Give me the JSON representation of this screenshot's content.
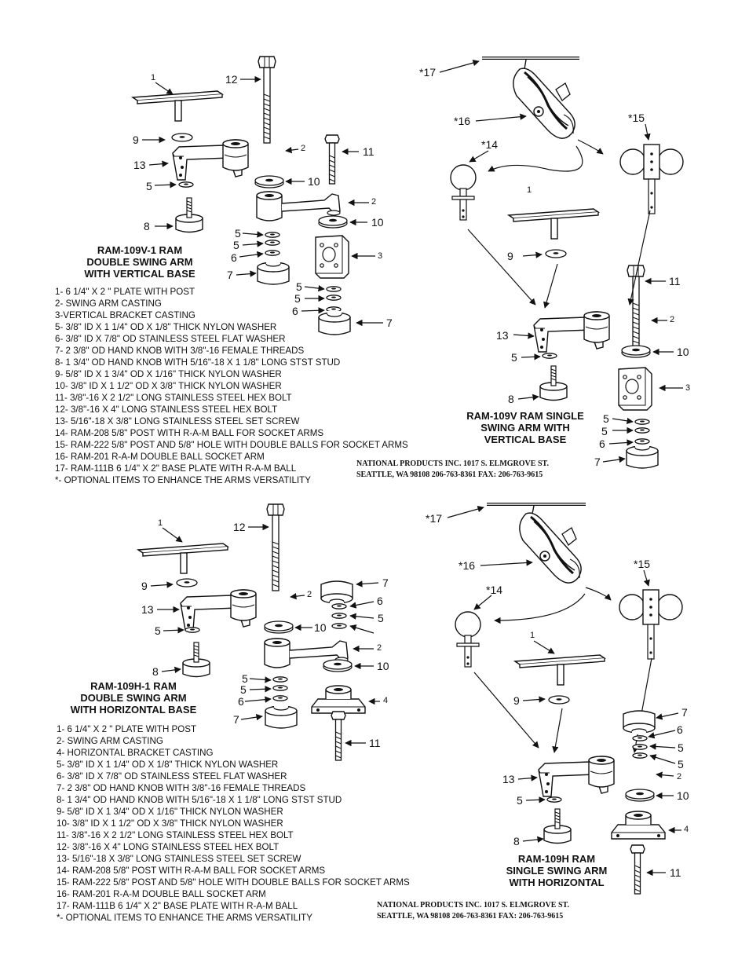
{
  "diagrams": {
    "v1": {
      "title": [
        "RAM-109V-1 RAM",
        "DOUBLE SWING ARM",
        "WITH VERTICAL BASE"
      ],
      "callouts": [
        "1",
        "12",
        "9",
        "2",
        "11",
        "13",
        "5",
        "10",
        "2",
        "8",
        "10",
        "5",
        "5",
        "3",
        "6",
        "7",
        "5",
        "5",
        "6",
        "7"
      ]
    },
    "v_single": {
      "title": [
        "RAM-109V RAM SINGLE",
        "SWING ARM WITH",
        "VERTICAL BASE"
      ],
      "callouts": [
        "*17",
        "*16",
        "*15",
        "*14",
        "1",
        "9",
        "11",
        "13",
        "2",
        "5",
        "10",
        "8",
        "3",
        "5",
        "5",
        "6",
        "7"
      ]
    },
    "h1": {
      "title": [
        "RAM-109H-1 RAM",
        "DOUBLE SWING ARM",
        "WITH HORIZONTAL BASE"
      ],
      "callouts": [
        "1",
        "12",
        "9",
        "7",
        "2",
        "13",
        "6",
        "5",
        "5",
        "10",
        "2",
        "8",
        "10",
        "5",
        "5",
        "4",
        "6",
        "7",
        "11"
      ]
    },
    "h_single": {
      "title": [
        "RAM-109H RAM",
        "SINGLE SWING ARM",
        "WITH HORIZONTAL"
      ],
      "callouts": [
        "*17",
        "*16",
        "*15",
        "*14",
        "1",
        "9",
        "7",
        "6",
        "5",
        "5",
        "13",
        "2",
        "5",
        "10",
        "8",
        "4",
        "11"
      ]
    }
  },
  "parts_list_v": [
    "1- 6 1/4\" X 2 \" PLATE WITH POST",
    "2- SWING ARM CASTING",
    "3-VERTICAL BRACKET CASTING",
    "5- 3/8\" ID X 1 1/4\" OD X 1/8\" THICK NYLON WASHER",
    "6- 3/8\" ID X 7/8\" OD STAINLESS STEEL FLAT WASHER",
    "7- 2 3/8\" OD HAND KNOB WITH 3/8\"-16 FEMALE THREADS",
    "8- 1 3/4\" OD HAND KNOB WITH 5/16\"-18 X 1 1/8\" LONG STST STUD",
    "9- 5/8\" ID X 1 3/4\" OD X 1/16\" THICK NYLON WASHER",
    "10- 3/8\" ID X 1 1/2\" OD X 3/8\" THICK NYLON WASHER",
    "11- 3/8\"-16 X 2 1/2\" LONG STAINLESS STEEL HEX BOLT",
    "12- 3/8\"-16 X 4\" LONG STAINLESS STEEL HEX BOLT",
    "13- 5/16\"-18 X 3/8\" LONG STAINLESS STEEL SET SCREW",
    "14- RAM-208 5/8\" POST WITH R-A-M BALL FOR SOCKET ARMS",
    "15- RAM-222 5/8\" POST AND 5/8\" HOLE WITH DOUBLE BALLS FOR SOCKET ARMS",
    "16- RAM-201 R-A-M DOUBLE BALL SOCKET ARM",
    "17- RAM-111B 6 1/4\" X 2\" BASE PLATE WITH R-A-M BALL",
    "*- OPTIONAL ITEMS TO ENHANCE THE ARMS VERSATILITY"
  ],
  "parts_list_h": [
    "1- 6 1/4\" X 2 \" PLATE WITH POST",
    "2- SWING ARM CASTING",
    "4- HORIZONTAL BRACKET CASTING",
    "5- 3/8\" ID X 1 1/4\" OD X 1/8\" THICK NYLON WASHER",
    "6- 3/8\" ID X 7/8\" OD STAINLESS STEEL FLAT WASHER",
    "7- 2 3/8\" OD HAND KNOB WITH 3/8\"-16 FEMALE THREADS",
    "8- 1 3/4\" OD HAND KNOB WITH 5/16\"-18 X 1 1/8\" LONG STST STUD",
    "9- 5/8\" ID X 1 3/4\" OD X 1/16\" THICK NYLON WASHER",
    "10- 3/8\" ID X 1 1/2\" OD X 3/8\" THICK NYLON WASHER",
    "11- 3/8\"-16 X 2 1/2\" LONG STAINLESS STEEL HEX BOLT",
    "12- 3/8\"-16 X 4\" LONG STAINLESS STEEL HEX BOLT",
    "13- 5/16\"-18 X 3/8\" LONG STAINLESS STEEL SET SCREW",
    "14- RAM-208 5/8\" POST WITH R-A-M BALL FOR SOCKET ARMS",
    "15- RAM-222 5/8\" POST AND 5/8\" HOLE WITH DOUBLE BALLS FOR SOCKET ARMS",
    "16- RAM-201 R-A-M DOUBLE BALL SOCKET ARM",
    "17- RAM-111B 6 1/4\" X 2\" BASE PLATE WITH R-A-M BALL",
    "*- OPTIONAL ITEMS TO ENHANCE THE ARMS VERSATILITY"
  ],
  "address": {
    "line1": "NATIONAL PRODUCTS INC.   1017 S. ELMGROVE ST.",
    "line2": "SEATTLE, WA 98108   206-763-8361   FAX: 206-763-9615"
  }
}
